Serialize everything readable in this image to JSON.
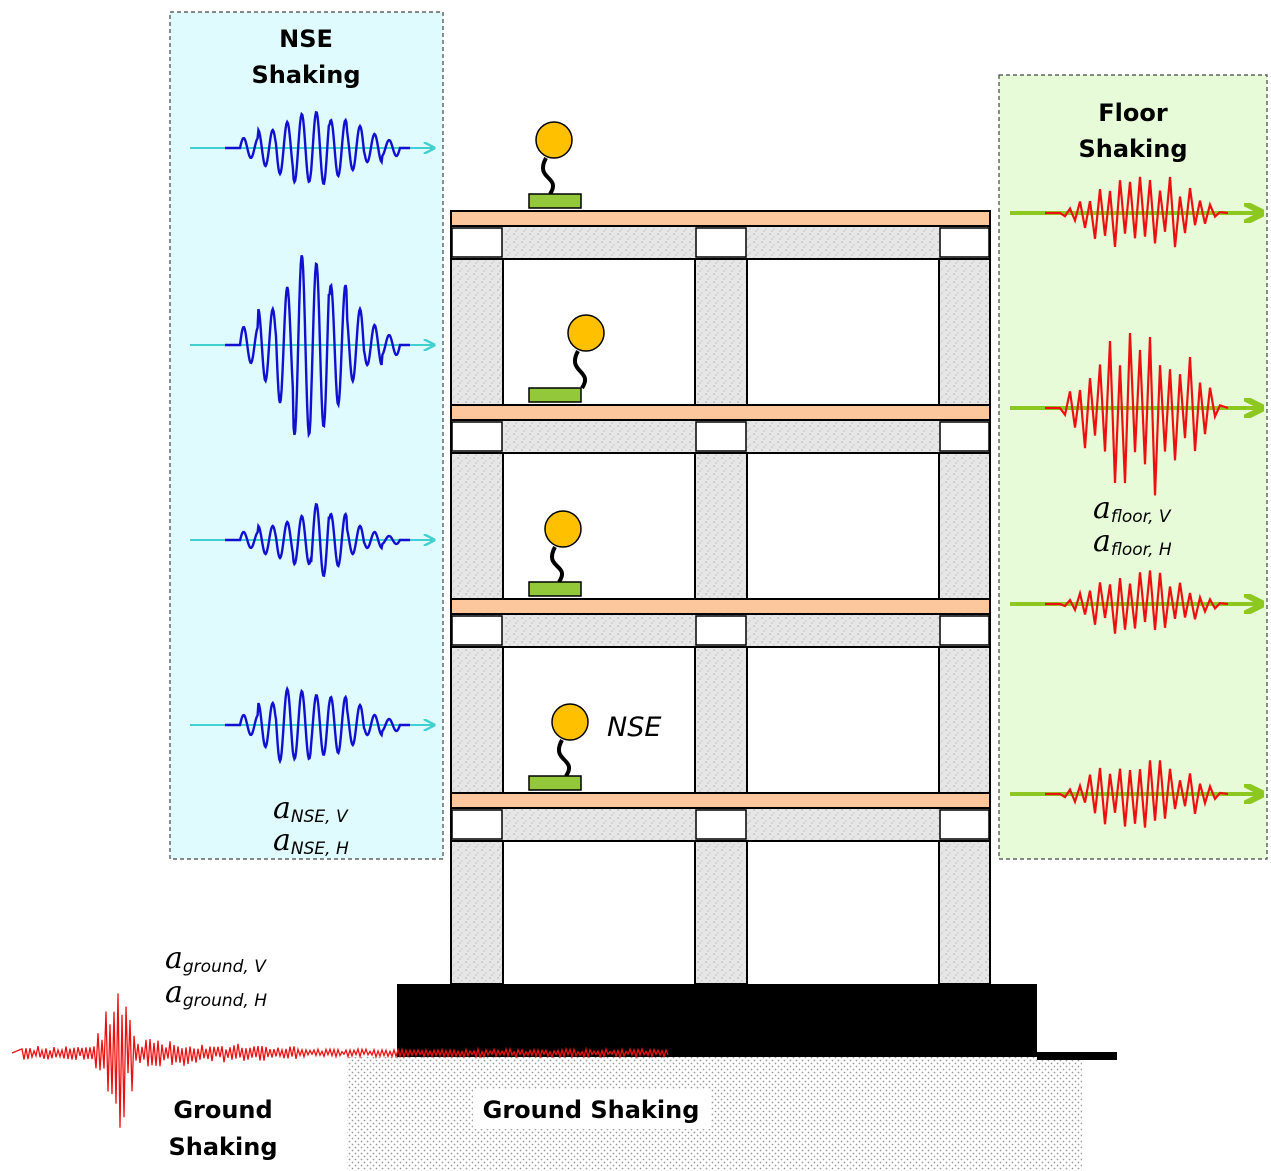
{
  "nse_panel": {
    "title_line1": "NSE",
    "title_line2": "Shaking",
    "symbol_v_main": "a",
    "symbol_v_sub": "NSE, V",
    "symbol_h_main": "a",
    "symbol_h_sub": "NSE, H"
  },
  "floor_panel": {
    "title_line1": "Floor",
    "title_line2": "Shaking",
    "symbol_v_main": "a",
    "symbol_v_sub": "floor, V",
    "symbol_h_main": "a",
    "symbol_h_sub": "floor, H"
  },
  "ground": {
    "symbol_v_main": "a",
    "symbol_v_sub": "ground, V",
    "symbol_h_main": "a",
    "symbol_h_sub": "ground, H",
    "left_label_line1": "Ground",
    "left_label_line2": "Shaking",
    "soil_label": "Ground Shaking"
  },
  "nse_label": "NSE",
  "colors": {
    "nse_panel_fill": "#e0fbfd",
    "floor_panel_fill": "#e8fbd8",
    "nse_wave": "#1010d0",
    "nse_arrow": "#40d0d0",
    "floor_wave": "#ee1010",
    "floor_arrow": "#8cc820",
    "slab": "#fcc79c",
    "nse_ball": "#ffc000",
    "nse_base": "#92c83a",
    "foundation": "#000000",
    "ground_record": "#ee1010"
  }
}
